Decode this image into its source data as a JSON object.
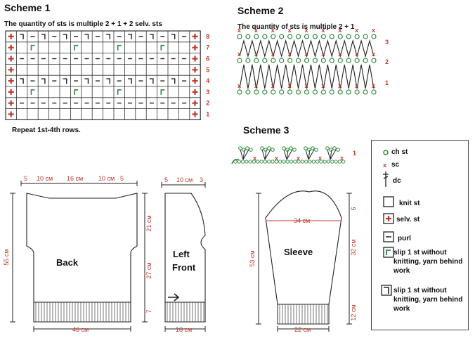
{
  "scheme1": {
    "title": "Scheme 1",
    "note": "The quantity of sts is multiple 2 + 1 + 2 selv. sts",
    "row_numbers": [
      "8",
      "7",
      "6",
      "5",
      "4",
      "3",
      "2",
      "1"
    ],
    "repeat_note": "Repeat 1st-4th rows."
  },
  "scheme2": {
    "title": "Scheme 2",
    "note": "The quantity of sts is multiple 2 + 1",
    "row_numbers": [
      "3",
      "2",
      "1"
    ]
  },
  "scheme3": {
    "title": "Scheme 3",
    "row_number": "1"
  },
  "legend": {
    "items": [
      {
        "symbol": "ch-st-icon",
        "label": "ch st"
      },
      {
        "symbol": "sc-icon",
        "label": "sc"
      },
      {
        "symbol": "dc-icon",
        "label": "dc"
      },
      {
        "symbol": "knit-st-icon",
        "label": "knit st"
      },
      {
        "symbol": "selv-st-icon",
        "label": "selv. st"
      },
      {
        "symbol": "purl-icon",
        "label": "purl"
      },
      {
        "symbol": "slip-front-icon",
        "label": "slip 1 st without knitting, yarn behind work"
      },
      {
        "symbol": "slip-back-icon",
        "label": "slip 1 st without knitting, yarn behind work"
      }
    ]
  },
  "back": {
    "label": "Back",
    "top_dims": [
      "5",
      "10 см",
      "16 см",
      "10 см",
      "5"
    ],
    "height": "55 см",
    "side_dims": [
      "21 см",
      "27 см",
      "7"
    ],
    "bottom": "46 см"
  },
  "left_front": {
    "label_line1": "Left",
    "label_line2": "Front",
    "top_dims": [
      "5",
      "10 см",
      "3"
    ],
    "bottom": "18 см"
  },
  "sleeve": {
    "label": "Sleeve",
    "top_width": "34 см",
    "height": "53 см",
    "side_dims": [
      "6",
      "32 см",
      "12 см"
    ],
    "bottom": "22 см"
  },
  "colors": {
    "red": "#c0392b",
    "green": "#2e8b3e",
    "grid": "#333333"
  }
}
